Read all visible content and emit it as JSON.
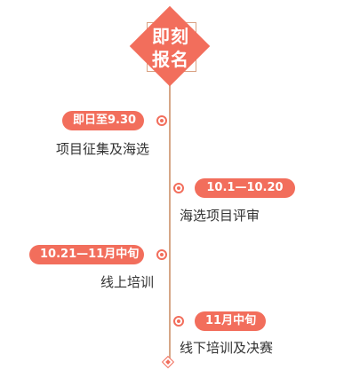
{
  "header": {
    "line1": "即刻",
    "line2": "报名"
  },
  "timeline": {
    "items": [
      {
        "date": "即日至9.30",
        "label": "项目征集及海选"
      },
      {
        "date": "10.1—10.20",
        "label": "海选项目评审"
      },
      {
        "date": "10.21—11月中旬",
        "label": "线上培训"
      },
      {
        "date": "11月中旬",
        "label": "线下培训及决赛"
      }
    ]
  },
  "colors": {
    "accent": "#f26e5c",
    "line": "#d6a787",
    "text": "#333333"
  }
}
